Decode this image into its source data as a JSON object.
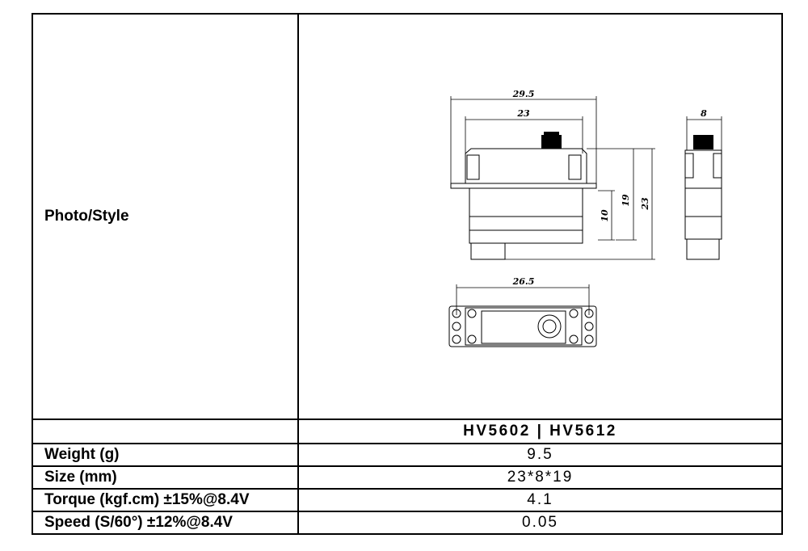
{
  "photo_label": "Photo/Style",
  "drawing": {
    "dim_width_outer": "29.5",
    "dim_width_body": "23",
    "dim_thickness": "8",
    "dim_height_lower": "10",
    "dim_height_body": "19",
    "dim_height_total": "23",
    "dim_mount_spacing": "26.5"
  },
  "model_header": "HV5602 | HV5612",
  "specs": [
    {
      "label": "Weight (g)",
      "value": "9.5"
    },
    {
      "label": "Size (mm)",
      "value": "23*8*19"
    },
    {
      "label": "Torque (kgf.cm) ±15%@8.4V",
      "value": "4.1"
    },
    {
      "label": "Speed (S/60°) ±12%@8.4V",
      "value": "0.05"
    }
  ]
}
